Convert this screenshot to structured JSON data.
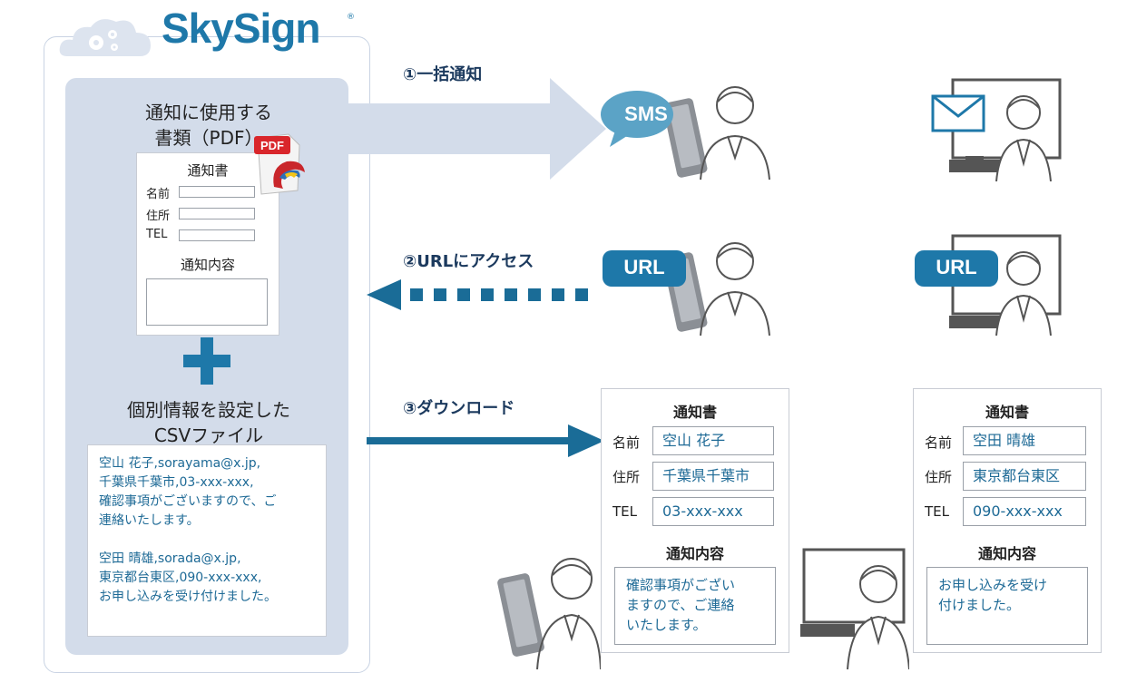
{
  "brand": {
    "name": "SkySign",
    "registered_mark": "®"
  },
  "left_panel": {
    "pdf_title_line1": "通知に使用する",
    "pdf_title_line2": "書類（PDF）",
    "template": {
      "title": "通知書",
      "field_labels": [
        "名前",
        "住所",
        "TEL"
      ],
      "content_label": "通知内容"
    },
    "csv_title_line1": "個別情報を設定した",
    "csv_title_line2": "CSVファイル",
    "csv_lines": [
      "空山 花子,sorayama@x.jp,",
      "千葉県千葉市,03-xxx-xxx,",
      "確認事項がございますので、ご",
      "連絡いたします。",
      "",
      "空田 晴雄,sorada@x.jp,",
      "東京都台東区,090-xxx-xxx,",
      "お申し込みを受け付けました。"
    ]
  },
  "steps": [
    {
      "label": "①一括通知"
    },
    {
      "label": "②URLにアクセス"
    },
    {
      "label": "③ダウンロード"
    }
  ],
  "bubbles": {
    "sms": "SMS",
    "url": "URL"
  },
  "results": [
    {
      "title": "通知書",
      "labels": [
        "名前",
        "住所",
        "TEL"
      ],
      "values": [
        "空山 花子",
        "千葉県千葉市",
        "03-xxx-xxx"
      ],
      "content_label": "通知内容",
      "content_lines": [
        "確認事項がござい",
        "ますので、ご連絡",
        "いたします。"
      ]
    },
    {
      "title": "通知書",
      "labels": [
        "名前",
        "住所",
        "TEL"
      ],
      "values": [
        "空田 晴雄",
        "東京都台東区",
        "090-xxx-xxx"
      ],
      "content_label": "通知内容",
      "content_lines": [
        "お申し込みを受け",
        "付けました。"
      ]
    }
  ],
  "colors": {
    "brand_blue": "#1e78a9",
    "arrow_blue": "#1a6c97",
    "light_arrow": "#d3dcea",
    "bubble_blue": "#1e78a9",
    "sms_bubble": "#5ba3c6"
  }
}
